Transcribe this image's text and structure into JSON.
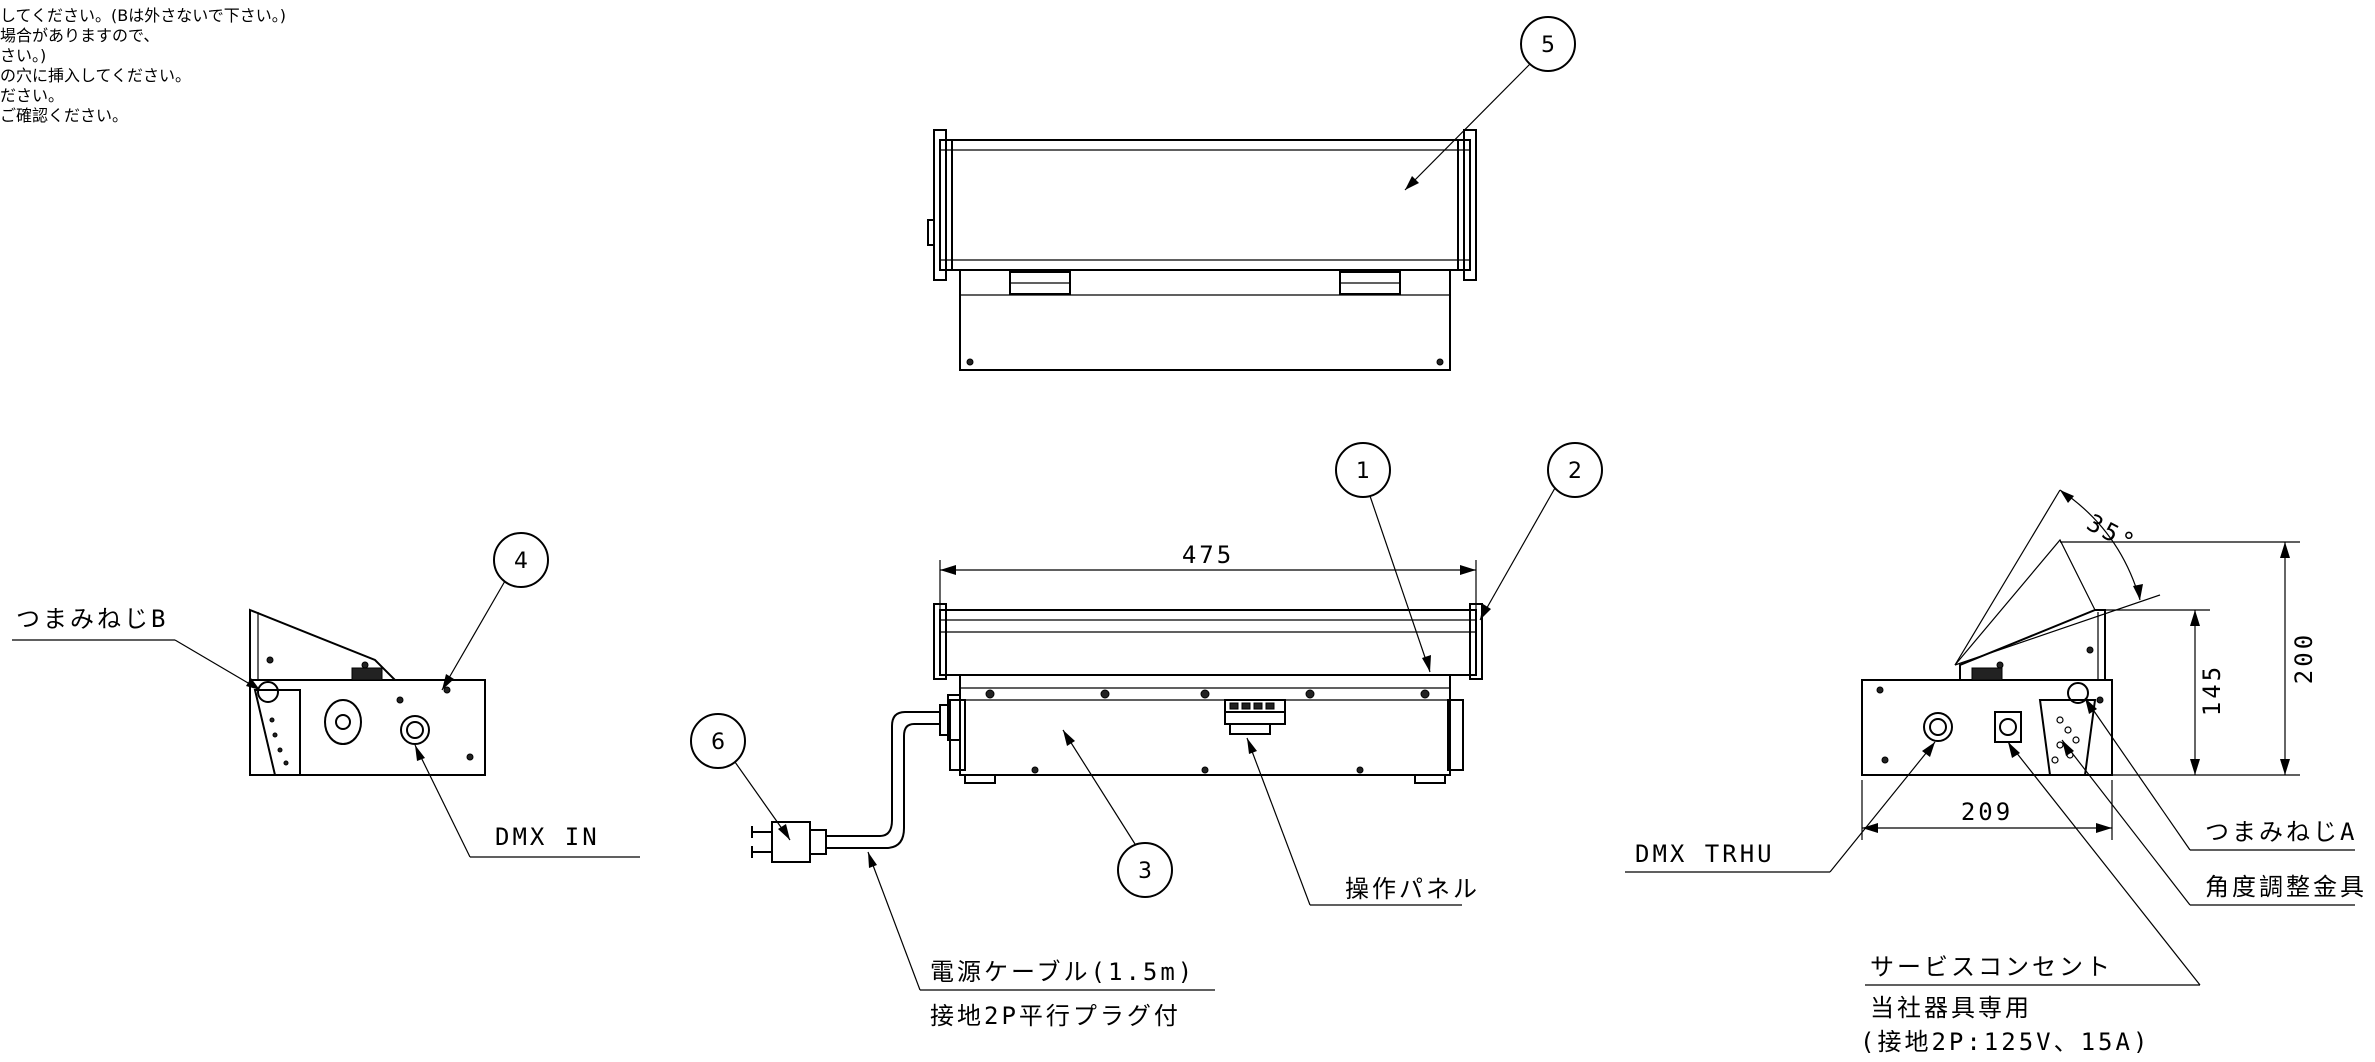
{
  "notes": [
    "してください。(Bは外さないで下さい。)",
    "場合がありますので、",
    "さい。)",
    "の穴に挿入してください。",
    "ださい。",
    "ご確認ください。"
  ],
  "callouts": [
    "1",
    "2",
    "3",
    "4",
    "5",
    "6"
  ],
  "dimensions": {
    "width_top": "475",
    "width_side": "209",
    "height_145": "145",
    "height_200": "200",
    "angle": "35°"
  },
  "labels": {
    "tsumami_b": "つまみねじB",
    "dmx_in": "DMX  IN",
    "operation_panel": "操作パネル",
    "power_cable": "電源ケーブル(1.5m)",
    "plug": "接地2P平行プラグ付",
    "dmx_thru": "DMX  TRHU",
    "tsumami_a": "つまみねじA",
    "angle_bracket": "角度調整金具",
    "service_outlet": "サービスコンセント",
    "dedicated": "当社器具専用",
    "rating": "(接地2P:125V、15A)"
  }
}
